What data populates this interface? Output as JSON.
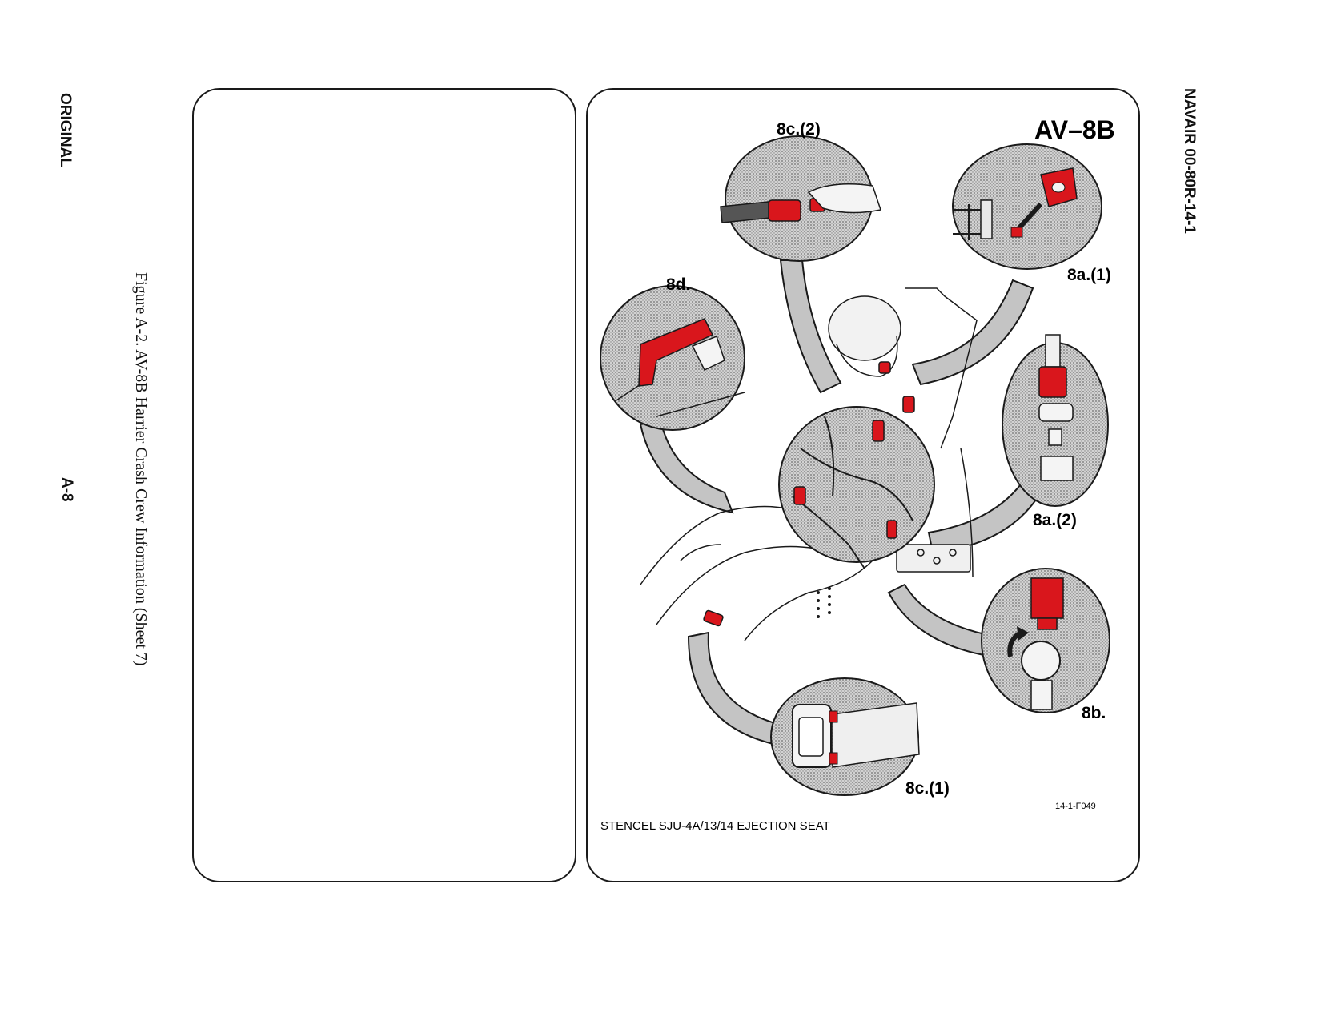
{
  "page": {
    "status": "ORIGINAL",
    "page_number": "A-8",
    "doc_id": "NAVAIR 00-80R-14-1",
    "caption": "Figure A-2.  AV-8B Harrier Crash Crew Information (Sheet 7)"
  },
  "figure": {
    "aircraft": "AV–8B",
    "seat_title": "STENCEL SJU-4A/13/14 EJECTION SEAT",
    "figure_code": "14-1-F049",
    "callouts": {
      "c8c2": "8c.(2)",
      "c8a1": "8a.(1)",
      "c8d": "8d.",
      "c8a2": "8a.(2)",
      "c8b": "8b.",
      "c8c1": "8c.(1)"
    }
  },
  "colors": {
    "accent_red": "#d9161c",
    "stipple": "#b9b9b9",
    "ink": "#1a1a1a"
  }
}
